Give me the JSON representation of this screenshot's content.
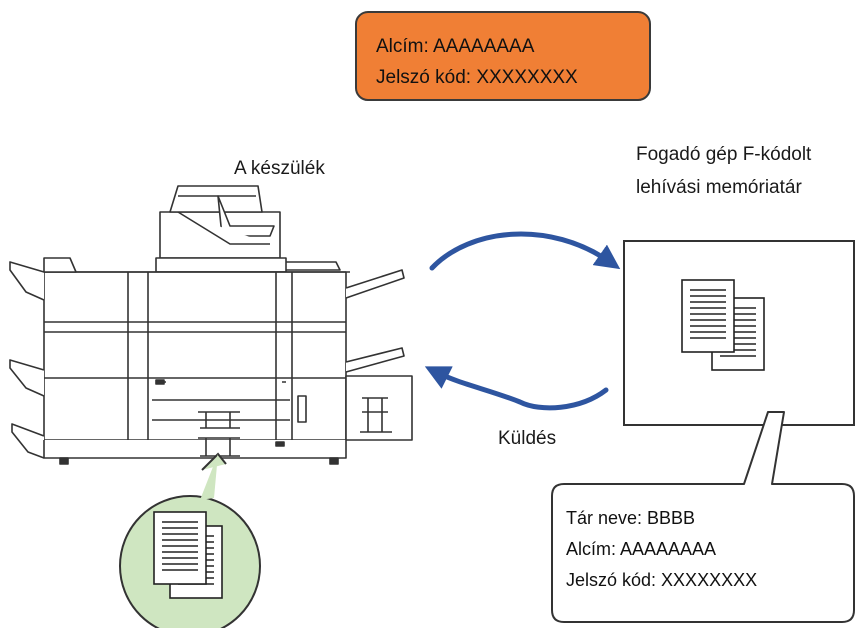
{
  "request_box": {
    "line1": "Alcím: AAAAAAAA",
    "line2": "Jelszó kód: XXXXXXXX"
  },
  "device": {
    "label": "A készülék"
  },
  "receiver": {
    "label_line1": "Fogadó gép F-kódolt",
    "label_line2": "lehívási memóriatár"
  },
  "send": {
    "label": "Küldés"
  },
  "mailbox_callout": {
    "line1": "Tár neve: BBBB",
    "line2": "Alcím: AAAAAAAA",
    "line3": "Jelszó kód: XXXXXXXX"
  },
  "colors": {
    "request_box_fill": "#f07f35",
    "arrow": "#2e55a0",
    "document_bubble_fill": "#cfe6c1",
    "outline": "#333333"
  }
}
